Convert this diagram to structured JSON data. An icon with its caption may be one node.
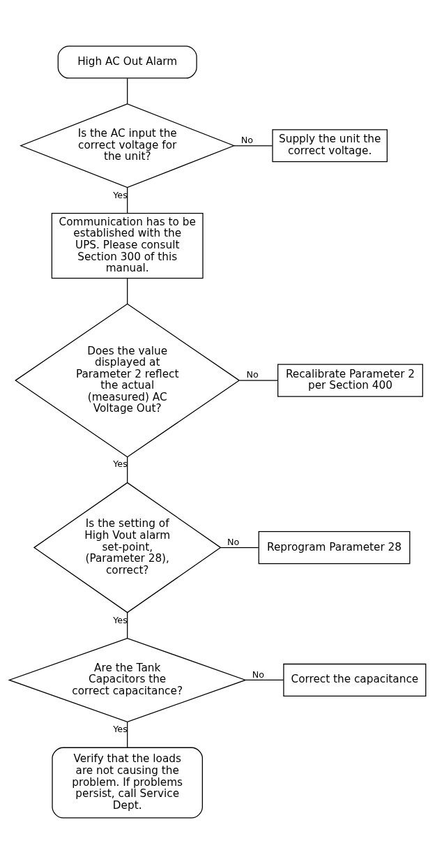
{
  "diagram": {
    "nodes": [
      {
        "text": [
          "High AC Out Alarm"
        ]
      },
      {
        "text": [
          "Is the AC input the correct voltage for the unit?"
        ]
      },
      {
        "text": [
          "Supply the unit the correct voltage."
        ]
      },
      {
        "text": [
          "Communication has to be established with the UPS. Please consult Section 300 of this manual."
        ]
      },
      {
        "text": [
          "Does the value displayed at Parameter 2 reflect the actual (measured) AC Voltage Out?"
        ]
      },
      {
        "text": [
          "Recalibrate Parameter 2 per Section 400"
        ]
      },
      {
        "text": [
          "Is the setting of High Vout alarm set-point, (Parameter 28), correct?"
        ]
      },
      {
        "text": [
          "Reprogram Parameter 28"
        ]
      },
      {
        "text": [
          "Are the Tank Capacitors the correct capacitance?"
        ]
      },
      {
        "text": [
          "Correct the capacitance"
        ]
      },
      {
        "text": [
          "Verify that the loads are not causing the problem. If problems persist, call Service Dept."
        ]
      }
    ],
    "edges": [
      {
        "from": 0,
        "to": 1,
        "arrow": "none"
      },
      {
        "from": 1,
        "to": 2,
        "arrow": "none",
        "label": "No"
      },
      {
        "from": 1,
        "to": 3,
        "arrow": "none",
        "label": "Yes"
      },
      {
        "from": 3,
        "to": 4,
        "arrow": "none"
      },
      {
        "from": 4,
        "to": 5,
        "arrow": "none",
        "label": "No"
      },
      {
        "from": 4,
        "to": 6,
        "arrow": "none",
        "label": "Yes"
      },
      {
        "from": 6,
        "to": 7,
        "arrow": "none",
        "label": "No"
      },
      {
        "from": 6,
        "to": 8,
        "arrow": "none",
        "label": "Yes"
      },
      {
        "from": 8,
        "to": 9,
        "arrow": "none",
        "label": "No"
      },
      {
        "from": 8,
        "to": 10,
        "arrow": "none",
        "label": "Yes"
      }
    ]
  }
}
